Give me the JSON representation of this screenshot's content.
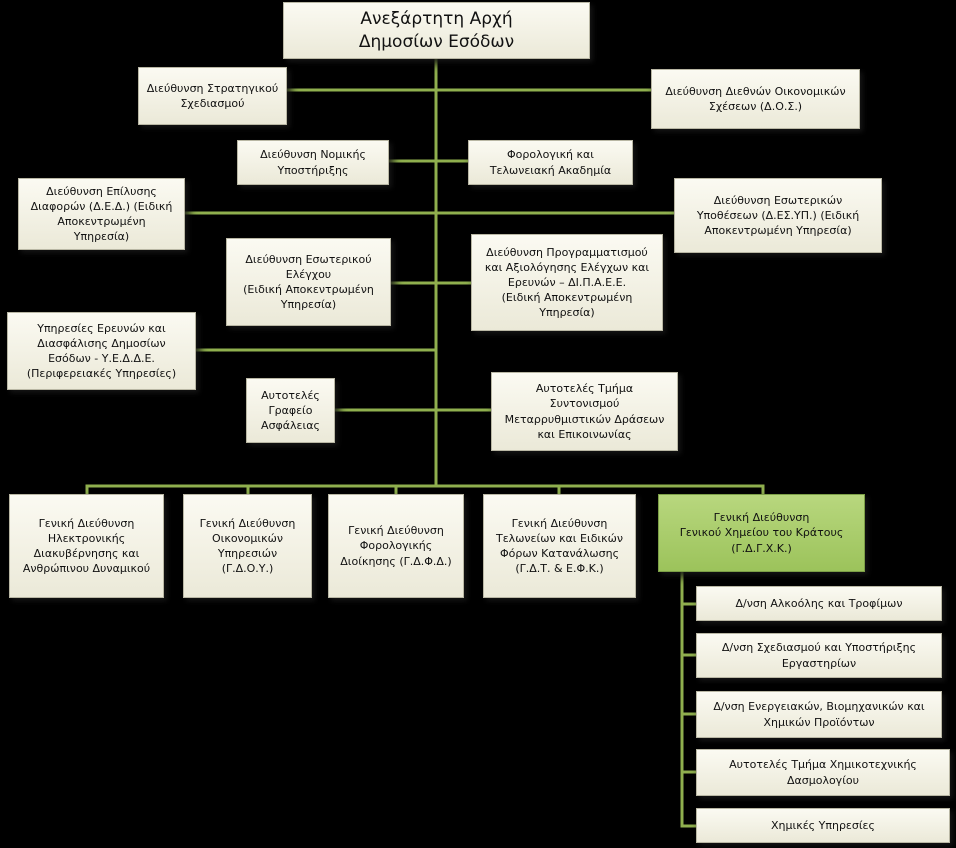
{
  "colors": {
    "background": "#000000",
    "box": "#f5f3e6",
    "highlight": "#a9cc6c",
    "connector": "#8faf4e"
  },
  "top": "Ανεξάρτητη Αρχή\nΔημοσίων Εσόδων",
  "units": {
    "strategic": "Διεύθυνση Στρατηγικού\nΣχεδιασμού",
    "intl": "Διεύθυνση Διεθνών Οικονομικών\nΣχέσεων (Δ.Ο.Σ.)",
    "legal": "Διεύθυνση Νομικής\nΥποστήριξης",
    "academy": "Φορολογική και\nΤελωνειακή Ακαδημία",
    "disputes": "Διεύθυνση Επίλυσης\nΔιαφορών (Δ.Ε.Δ.) (Ειδική\nΑποκεντρωμένη\nΥπηρεσία)",
    "internal_affairs": "Διεύθυνση Εσωτερικών\nΥποθέσεων (Δ.ΕΣ.ΥΠ.) (Ειδική\nΑποκεντρωμένη Υπηρεσία)",
    "internal_audit": "Διεύθυνση Εσωτερικού\nΕλέγχου\n(Ειδική Αποκεντρωμένη\nΥπηρεσία)",
    "planning": "Διεύθυνση Προγραμματισμού\nκαι Αξιολόγησης Ελέγχων και\nΕρευνών – ΔΙ.Π.Α.Ε.Ε.\n(Ειδική Αποκεντρωμένη\nΥπηρεσία)",
    "investigations": "Υπηρεσίες Ερευνών και\nΔιασφάλισης Δημοσίων\nΕσόδων - Υ.Ε.Δ.Δ.Ε.\n(Περιφερειακές Υπηρεσίες)",
    "security": "Αυτοτελές\nΓραφείο\nΑσφάλειας",
    "coordination": "Αυτοτελές Τμήμα\nΣυντονισμού\nΜεταρρυθμιστικών Δράσεων\nκαι Επικοινωνίας"
  },
  "general": {
    "egov": "Γενική Διεύθυνση\nΗλεκτρονικής\nΔιακυβέρνησης και\nΑνθρώπινου Δυναμικού",
    "economic": "Γενική Διεύθυνση\nΟικονομικών\nΥπηρεσιών\n(Γ.Δ.Ο.Υ.)",
    "tax": "Γενική Διεύθυνση\nΦορολογικής\nΔιοίκησης (Γ.Δ.Φ.Δ.)",
    "customs": "Γενική Διεύθυνση\nΤελωνείων και Ειδικών\nΦόρων Κατανάλωσης\n(Γ.Δ.Τ. & Ε.Φ.Κ.)",
    "chemistry": "Γενική Διεύθυνση\nΓενικού Χημείου του Κράτους\n(Γ.Δ.Γ.Χ.Κ.)"
  },
  "chem_subunits": [
    "Δ/νση  Αλκοόλης και Τροφίμων",
    "Δ/νση Σχεδιασμού και Υποστήριξης\nΕργαστηρίων",
    "Δ/νση Ενεργειακών, Βιομηχανικών και\nΧημικών Προϊόντων",
    "Αυτοτελές Τμήμα Χημικοτεχνικής\nΔασμολογίου",
    "Χημικές Υπηρεσίες"
  ]
}
